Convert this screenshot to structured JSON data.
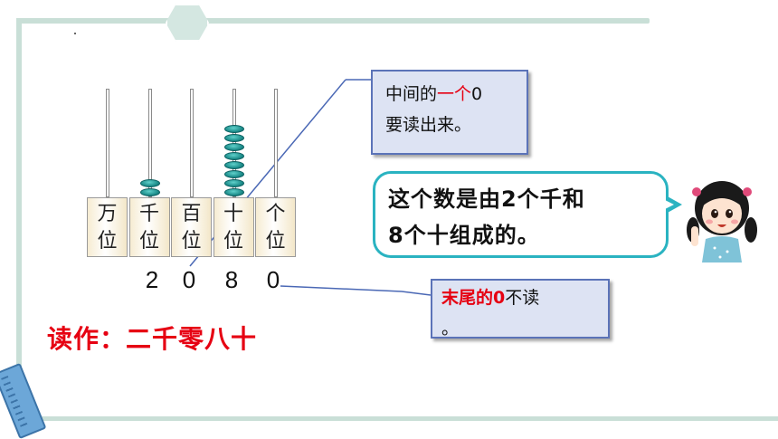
{
  "abacus": {
    "places": [
      {
        "name": "万位",
        "chars": [
          "万",
          "位"
        ],
        "beads": 0
      },
      {
        "name": "千位",
        "chars": [
          "千",
          "位"
        ],
        "beads": 2
      },
      {
        "name": "百位",
        "chars": [
          "百",
          "位"
        ],
        "beads": 0
      },
      {
        "name": "十位",
        "chars": [
          "十",
          "位"
        ],
        "beads": 8
      },
      {
        "name": "个位",
        "chars": [
          "个",
          "位"
        ],
        "beads": 0
      }
    ],
    "digits": [
      "2",
      "0",
      "8",
      "0"
    ]
  },
  "reading": {
    "label": "读作：二千零八十"
  },
  "note_middle": {
    "line1_prefix": "中间的",
    "line1_highlight": "一个",
    "line1_suffix": "0",
    "line2": "要读出来。"
  },
  "note_end": {
    "highlight": "末尾的0",
    "suffix": "不读",
    "line2": "。"
  },
  "speech_bubble": {
    "line1": "这个数是由2个千和",
    "line2": "8个十组成的。"
  },
  "colors": {
    "frame": "#c9dfd7",
    "highlight_red": "#e60012",
    "bead_teal": "#1f8f8d",
    "note_border": "#5b73b8",
    "note_fill": "#dde3f3",
    "bubble_border": "#2ab3c1"
  },
  "icons": [
    "hexagon-icon",
    "ruler-icon",
    "girl-character-icon"
  ]
}
